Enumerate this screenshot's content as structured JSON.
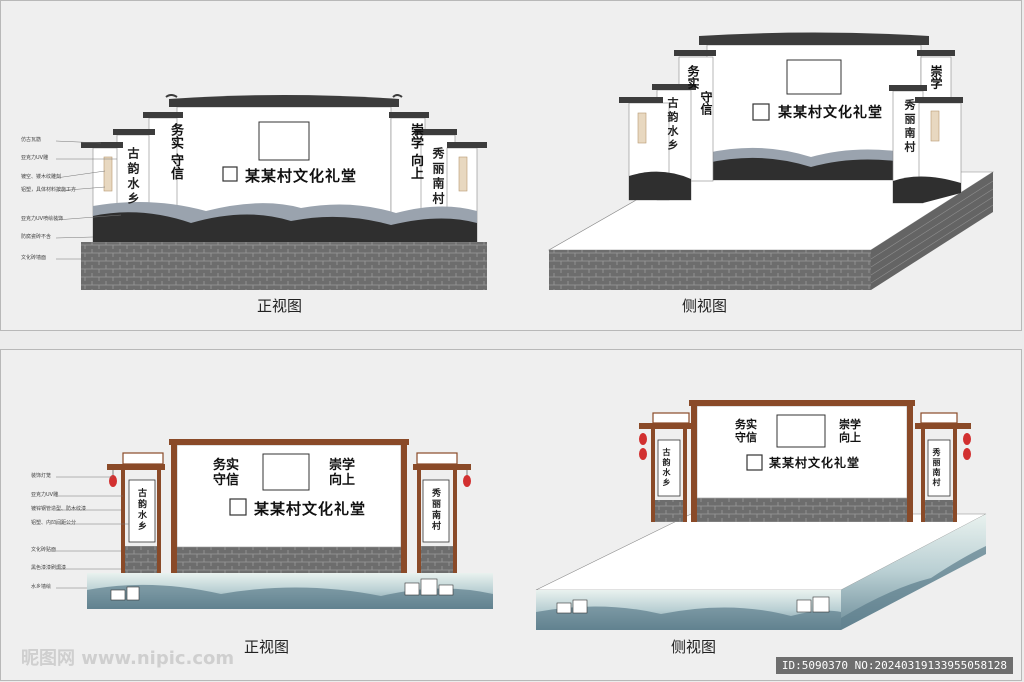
{
  "top": {
    "front_caption": "正视图",
    "side_caption": "侧视图",
    "hall_name": "某某村文化礼堂",
    "slogan_left": "务实 守信",
    "slogan_right": "崇学 向上",
    "couplet_left": "古韵水乡",
    "couplet_right": "秀丽南村",
    "side_left_a": "务实",
    "side_left_b": "守信",
    "side_right_a": "崇学",
    "side_couplet_left": "古韵水乡",
    "side_couplet_right": "秀丽南村",
    "annotations": [
      "仿古瓦筋",
      "亚克力UV雕",
      "镀空、镂木纹雕刻",
      "铝塑，具体材料按施工方",
      "亚克力UV喷绘装饰",
      "防腐瓷砖不含",
      "文化砖墙面"
    ]
  },
  "bottom": {
    "front_caption": "正视图",
    "side_caption": "侧视图",
    "hall_name": "某某村文化礼堂",
    "slogan_left": "务实 守信",
    "slogan_right": "崇学 向上",
    "couplet_left": "古韵水乡",
    "couplet_right": "秀丽南村",
    "annotations": [
      "装饰灯笼",
      "亚克力UV雕",
      "镀锌钢管造型、防木纹漆",
      "铝塑、内凹间距公分",
      "文化砖贴面",
      "黑色漆漆刷焗漆",
      "水乡墙绘"
    ]
  },
  "watermark": {
    "site": "昵图网 www.nipic.com",
    "id": "ID:5090370 NO:20240319133955058128"
  },
  "colors": {
    "roof": "#3c3c3c",
    "wall": "#ffffff",
    "brick": "#6f6f6f",
    "wave_dark": "#2e2e2e",
    "wave_mid": "#8e98a4",
    "wood": "#8a4a28",
    "lantern": "#d23030"
  }
}
